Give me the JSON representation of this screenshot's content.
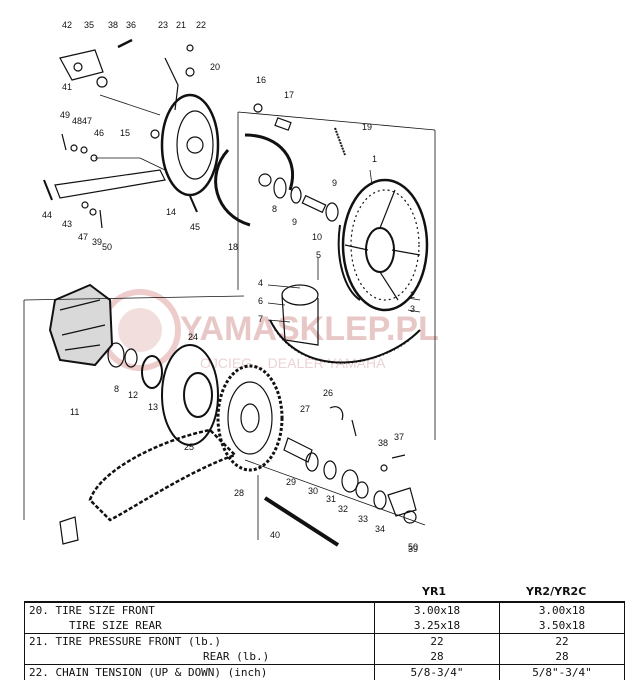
{
  "watermark": {
    "brand": "YAMASKLEP.PL",
    "tagline": "OJCIEG... DEALER YAMAHA"
  },
  "callouts": [
    "1",
    "2",
    "3",
    "4",
    "5",
    "6",
    "7",
    "8",
    "8",
    "9",
    "9",
    "10",
    "11",
    "12",
    "13",
    "14",
    "15",
    "16",
    "17",
    "18",
    "19",
    "20",
    "21",
    "22",
    "23",
    "24",
    "25",
    "26",
    "27",
    "28",
    "29",
    "30",
    "31",
    "32",
    "33",
    "34",
    "35",
    "36",
    "37",
    "38",
    "38",
    "39",
    "39",
    "40",
    "41",
    "42",
    "43",
    "44",
    "45",
    "46",
    "47",
    "47",
    "48",
    "49",
    "50",
    "50"
  ],
  "spec_table": {
    "column_headers": [
      "YR1",
      "YR2/YR2C"
    ],
    "rows": [
      {
        "label": "20. TIRE SIZE  FRONT",
        "yr1": "3.00x18",
        "yr2": "3.00x18"
      },
      {
        "label": "TIRE SIZE  REAR",
        "yr1": "3.25x18",
        "yr2": "3.50x18"
      },
      {
        "label": "21. TIRE PRESSURE  FRONT (lb.)",
        "yr1": "22",
        "yr2": "22"
      },
      {
        "label": "REAR  (lb.)",
        "yr1": "28",
        "yr2": "28"
      },
      {
        "label": "22. CHAIN TENSION (UP & DOWN) (inch)",
        "yr1": "5/8-3/4\"",
        "yr2": "5/8\"-3/4\""
      }
    ]
  }
}
